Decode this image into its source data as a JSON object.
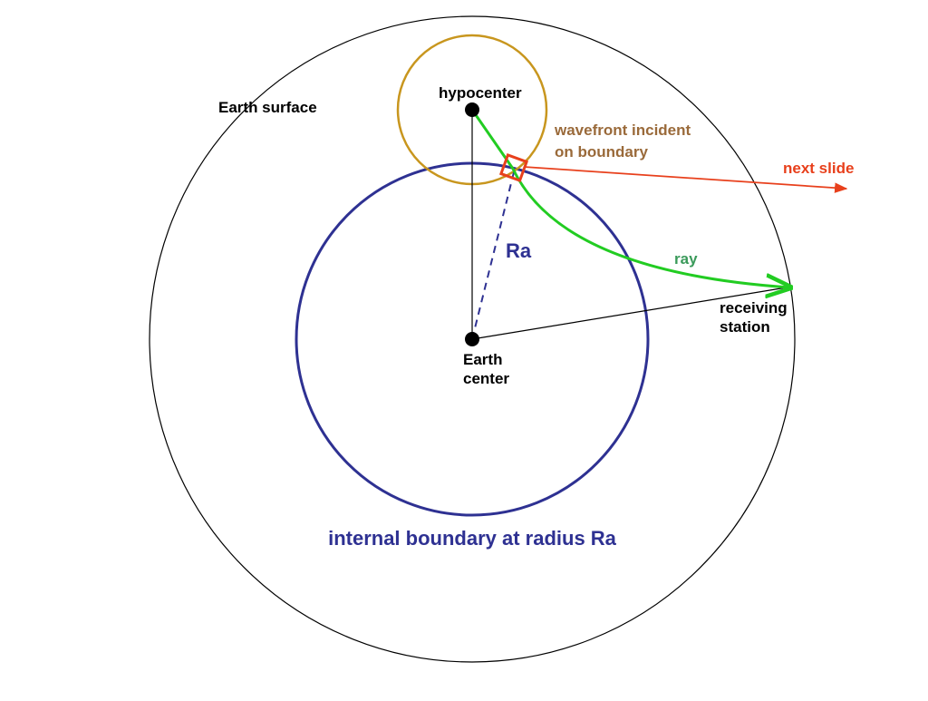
{
  "labels": {
    "earth_surface": "Earth surface",
    "hypocenter": "hypocenter",
    "wavefront_line1": "wavefront incident",
    "wavefront_line2": "on boundary",
    "next_slide": "next slide",
    "ra": "Ra",
    "ray": "ray",
    "receiving_line1": "receiving",
    "receiving_line2": "station",
    "earth_center_line1": "Earth",
    "earth_center_line2": "center",
    "internal_boundary": "internal boundary at radius Ra"
  },
  "colors": {
    "surface": "#000000",
    "boundary": "#2e3192",
    "wavefront": "#c8961e",
    "ray": "#22cc22",
    "next_slide": "#e8401c",
    "wavefront_text": "#9a6a3a",
    "ray_text": "#3a9a5a",
    "boundary_text": "#2e3192"
  }
}
